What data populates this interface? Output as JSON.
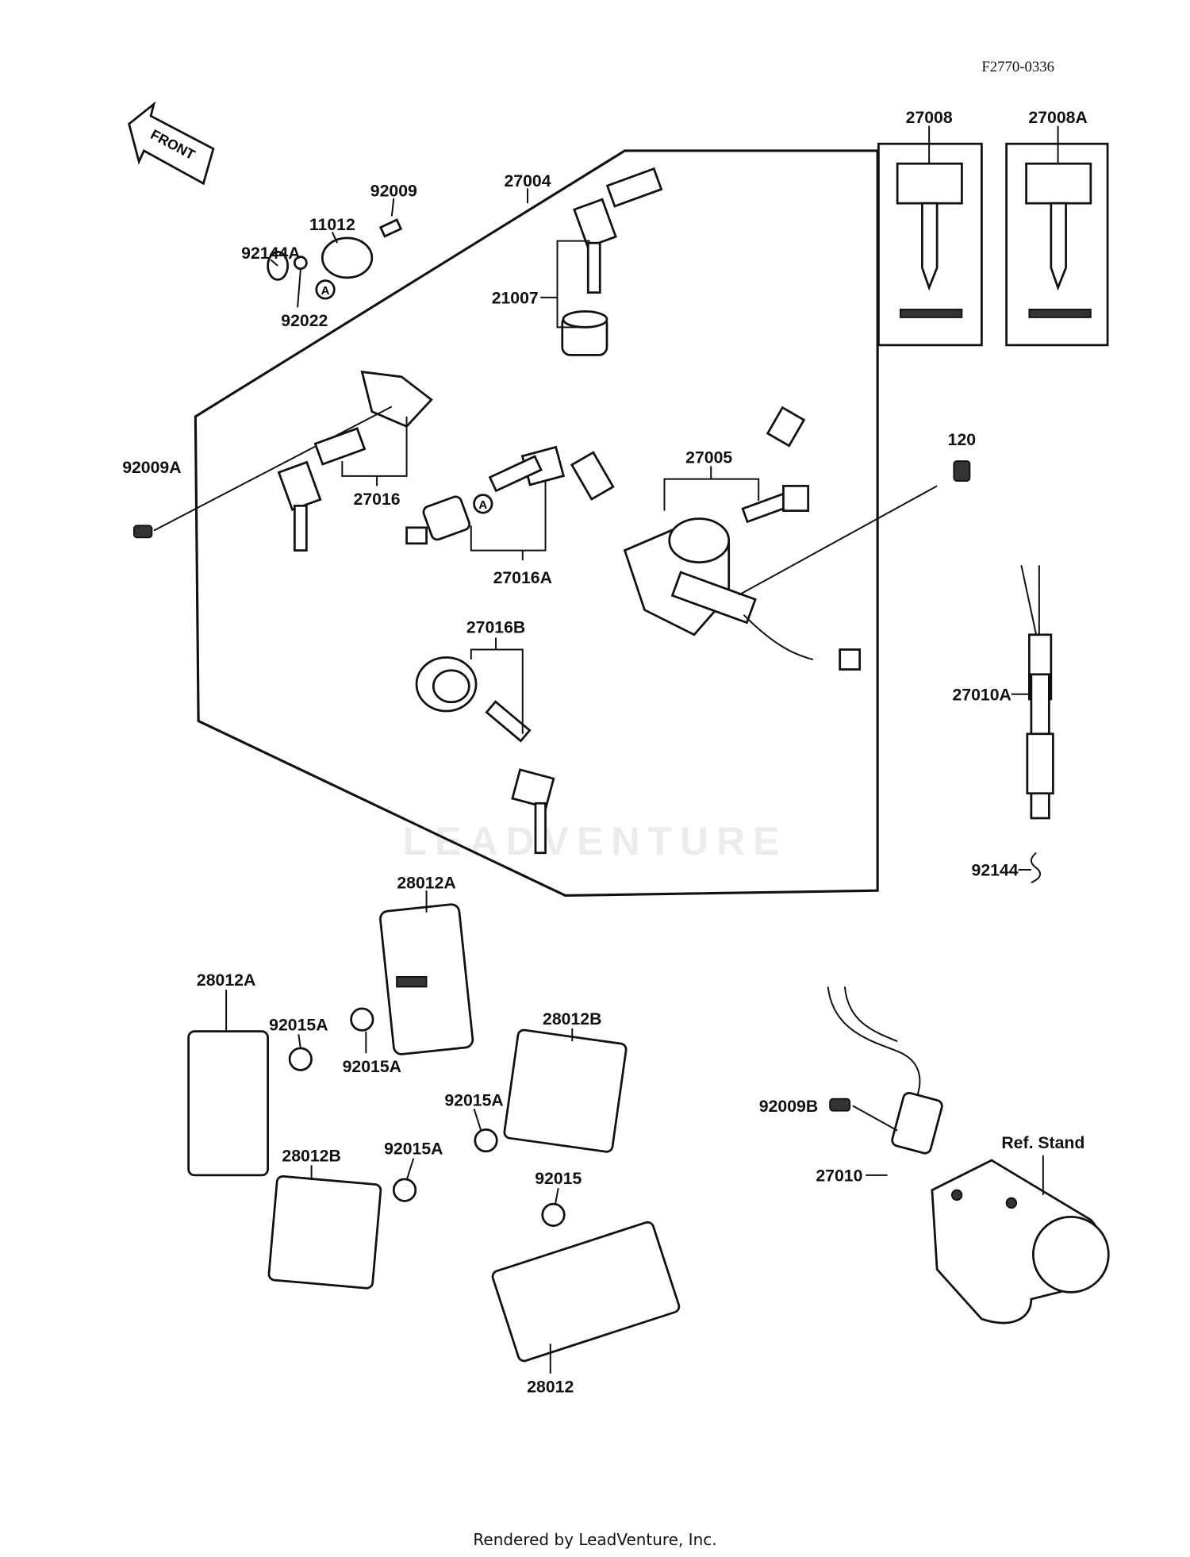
{
  "diagram_code": "F2770-0336",
  "front_label": "FRONT",
  "watermark": "LEADVENTURE",
  "footer": "Rendered by LeadVenture, Inc.",
  "parts": {
    "p27008": "27008",
    "p27008A": "27008A",
    "p92009": "92009",
    "p27004": "27004",
    "p11012": "11012",
    "p92144A": "92144A",
    "p92022": "92022",
    "p21007": "21007",
    "p27016": "27016",
    "p92009A": "92009A",
    "p27005": "27005",
    "p120": "120",
    "p27016A": "27016A",
    "p27016B": "27016B",
    "p27010A": "27010A",
    "p92144": "92144",
    "p28012A_top": "28012A",
    "p28012A_left": "28012A",
    "p92015A_1": "92015A",
    "p92015A_2": "92015A",
    "p28012B_right": "28012B",
    "p92015A_3": "92015A",
    "p92009B": "92009B",
    "p28012B_left": "28012B",
    "p92015A_4": "92015A",
    "ref_stand": "Ref. Stand",
    "p27010": "27010",
    "p92015": "92015",
    "p28012": "28012"
  },
  "callout_letter": "A"
}
